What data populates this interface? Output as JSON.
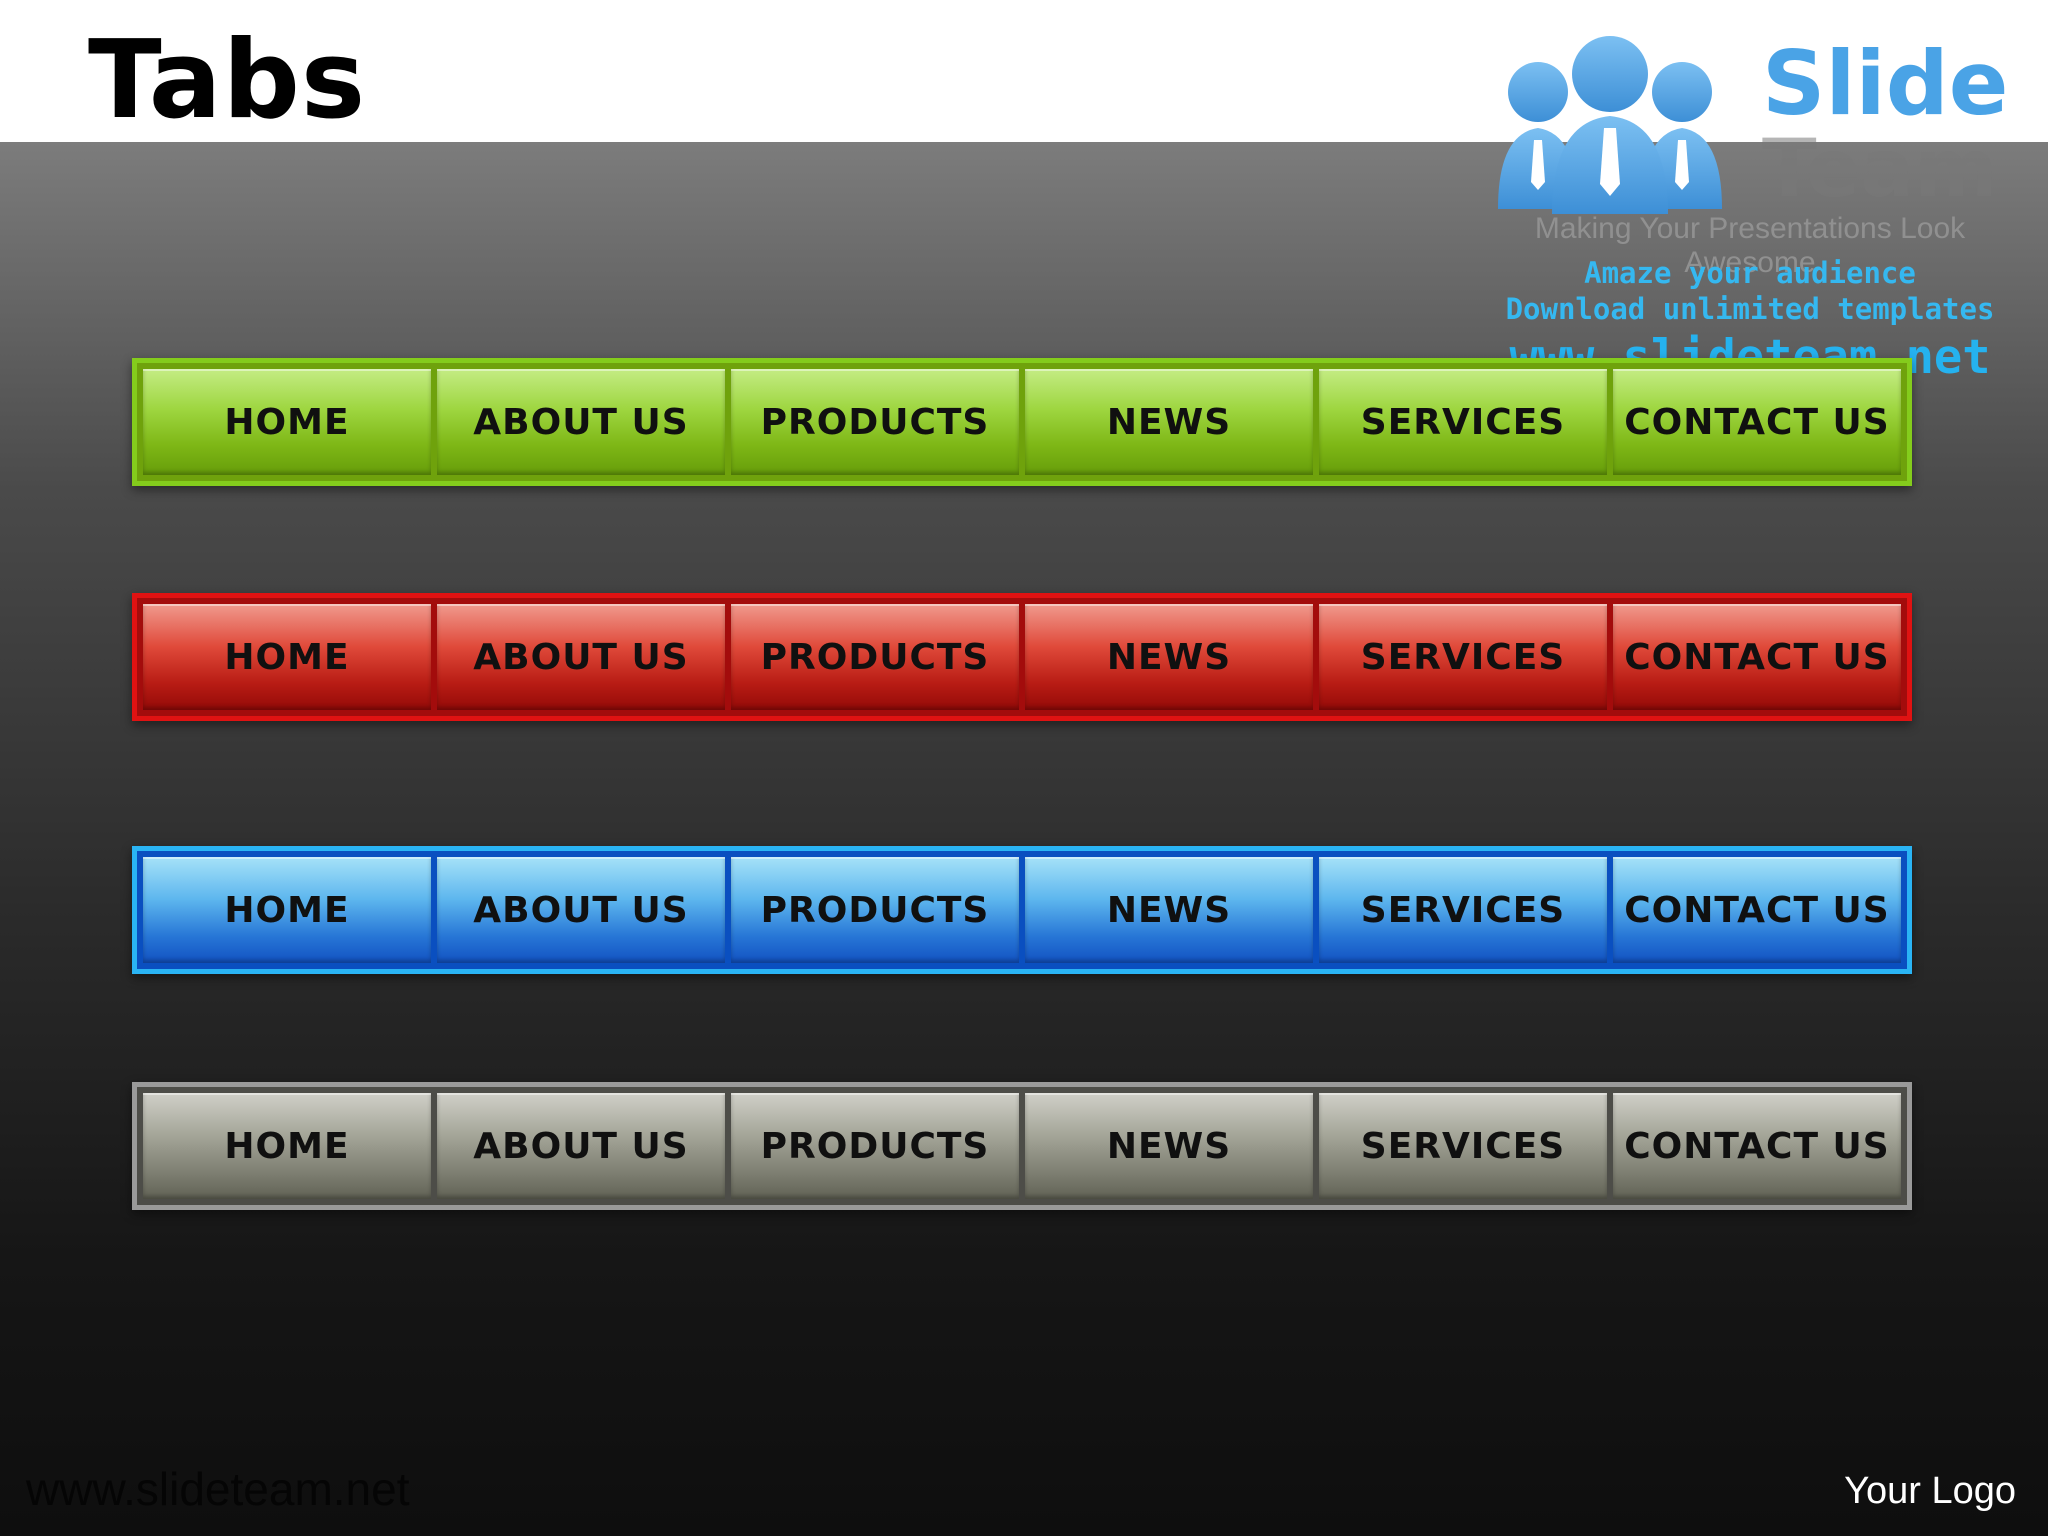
{
  "slide": {
    "title": "Tabs"
  },
  "brand": {
    "name_line1": "Slide",
    "name_line2": "Team",
    "tagline": "Making Your Presentations Look Awesome",
    "promo_line1": "Amaze your audience",
    "promo_line2": "Download unlimited templates",
    "promo_url": "www.slideteam.net",
    "icon": "people-group-icon",
    "accent_color": "#4aa3e6"
  },
  "tab_bars": [
    {
      "color": "green",
      "tabs": [
        "HOME",
        "ABOUT US",
        "PRODUCTS",
        "NEWS",
        "SERVICES",
        "CONTACT US"
      ]
    },
    {
      "color": "red",
      "tabs": [
        "HOME",
        "ABOUT US",
        "PRODUCTS",
        "NEWS",
        "SERVICES",
        "CONTACT US"
      ]
    },
    {
      "color": "blue",
      "tabs": [
        "HOME",
        "ABOUT US",
        "PRODUCTS",
        "NEWS",
        "SERVICES",
        "CONTACT US"
      ]
    },
    {
      "color": "gray",
      "tabs": [
        "HOME",
        "ABOUT US",
        "PRODUCTS",
        "NEWS",
        "SERVICES",
        "CONTACT US"
      ]
    }
  ],
  "footer": {
    "url": "www.slideteam.net",
    "logo_text": "Your Logo"
  }
}
